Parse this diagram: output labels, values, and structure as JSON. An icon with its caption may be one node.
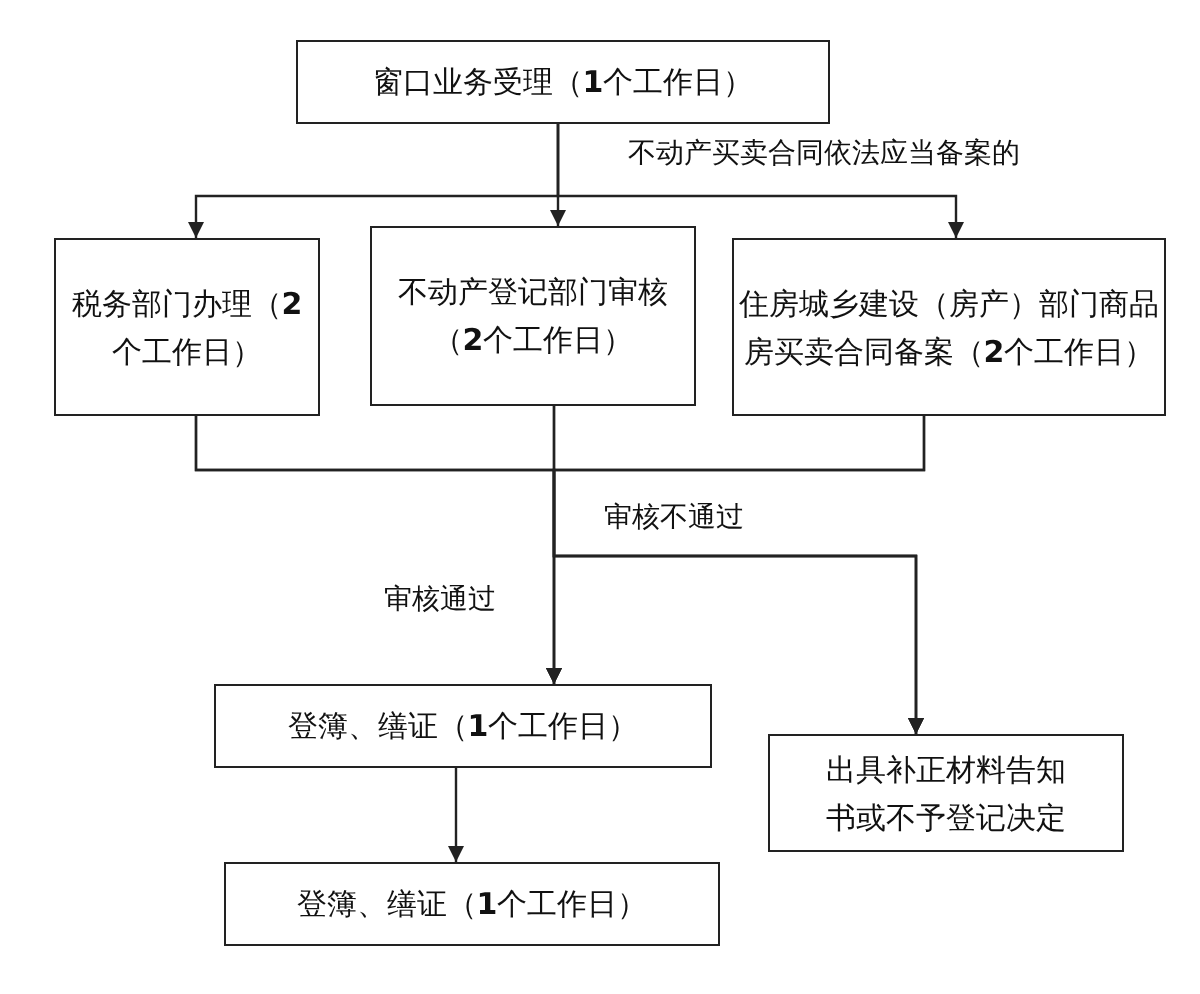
{
  "diagram": {
    "nodes": [
      {
        "text": [
          "窗口业务受理（**1**个工作日）"
        ]
      },
      {
        "text": [
          "税务部门办理（**2**个工作日）"
        ]
      },
      {
        "text": [
          "不动产登记部门审核（**2**个工作日）"
        ]
      },
      {
        "text": [
          "住房城乡建设（房产）部门商品房买卖合同备案（**2**个工作日）"
        ]
      },
      {
        "text": [
          "登簿、缮证（**1**个工作日）"
        ]
      },
      {
        "text": [
          "出具补正材料告知书或不予登记决定"
        ]
      },
      {
        "text": [
          "登簿、缮证（**1**个工作日）"
        ]
      }
    ],
    "edges": [
      {
        "from": 0,
        "to": 1,
        "arrow": "to"
      },
      {
        "from": 0,
        "to": 2,
        "arrow": "to"
      },
      {
        "from": 0,
        "to": 3,
        "arrow": "to",
        "label": "不动产买卖合同依法应当备案的"
      },
      {
        "from": 1,
        "to": 4,
        "arrow": "to"
      },
      {
        "from": 2,
        "to": 4,
        "arrow": "to",
        "label": "审核通过"
      },
      {
        "from": 3,
        "to": 4,
        "arrow": "to"
      },
      {
        "from": 1,
        "to": 5,
        "arrow": "to"
      },
      {
        "from": 2,
        "to": 5,
        "arrow": "to",
        "label": "审核不通过"
      },
      {
        "from": 3,
        "to": 5,
        "arrow": "to"
      },
      {
        "from": 4,
        "to": 6,
        "arrow": "to"
      }
    ]
  }
}
